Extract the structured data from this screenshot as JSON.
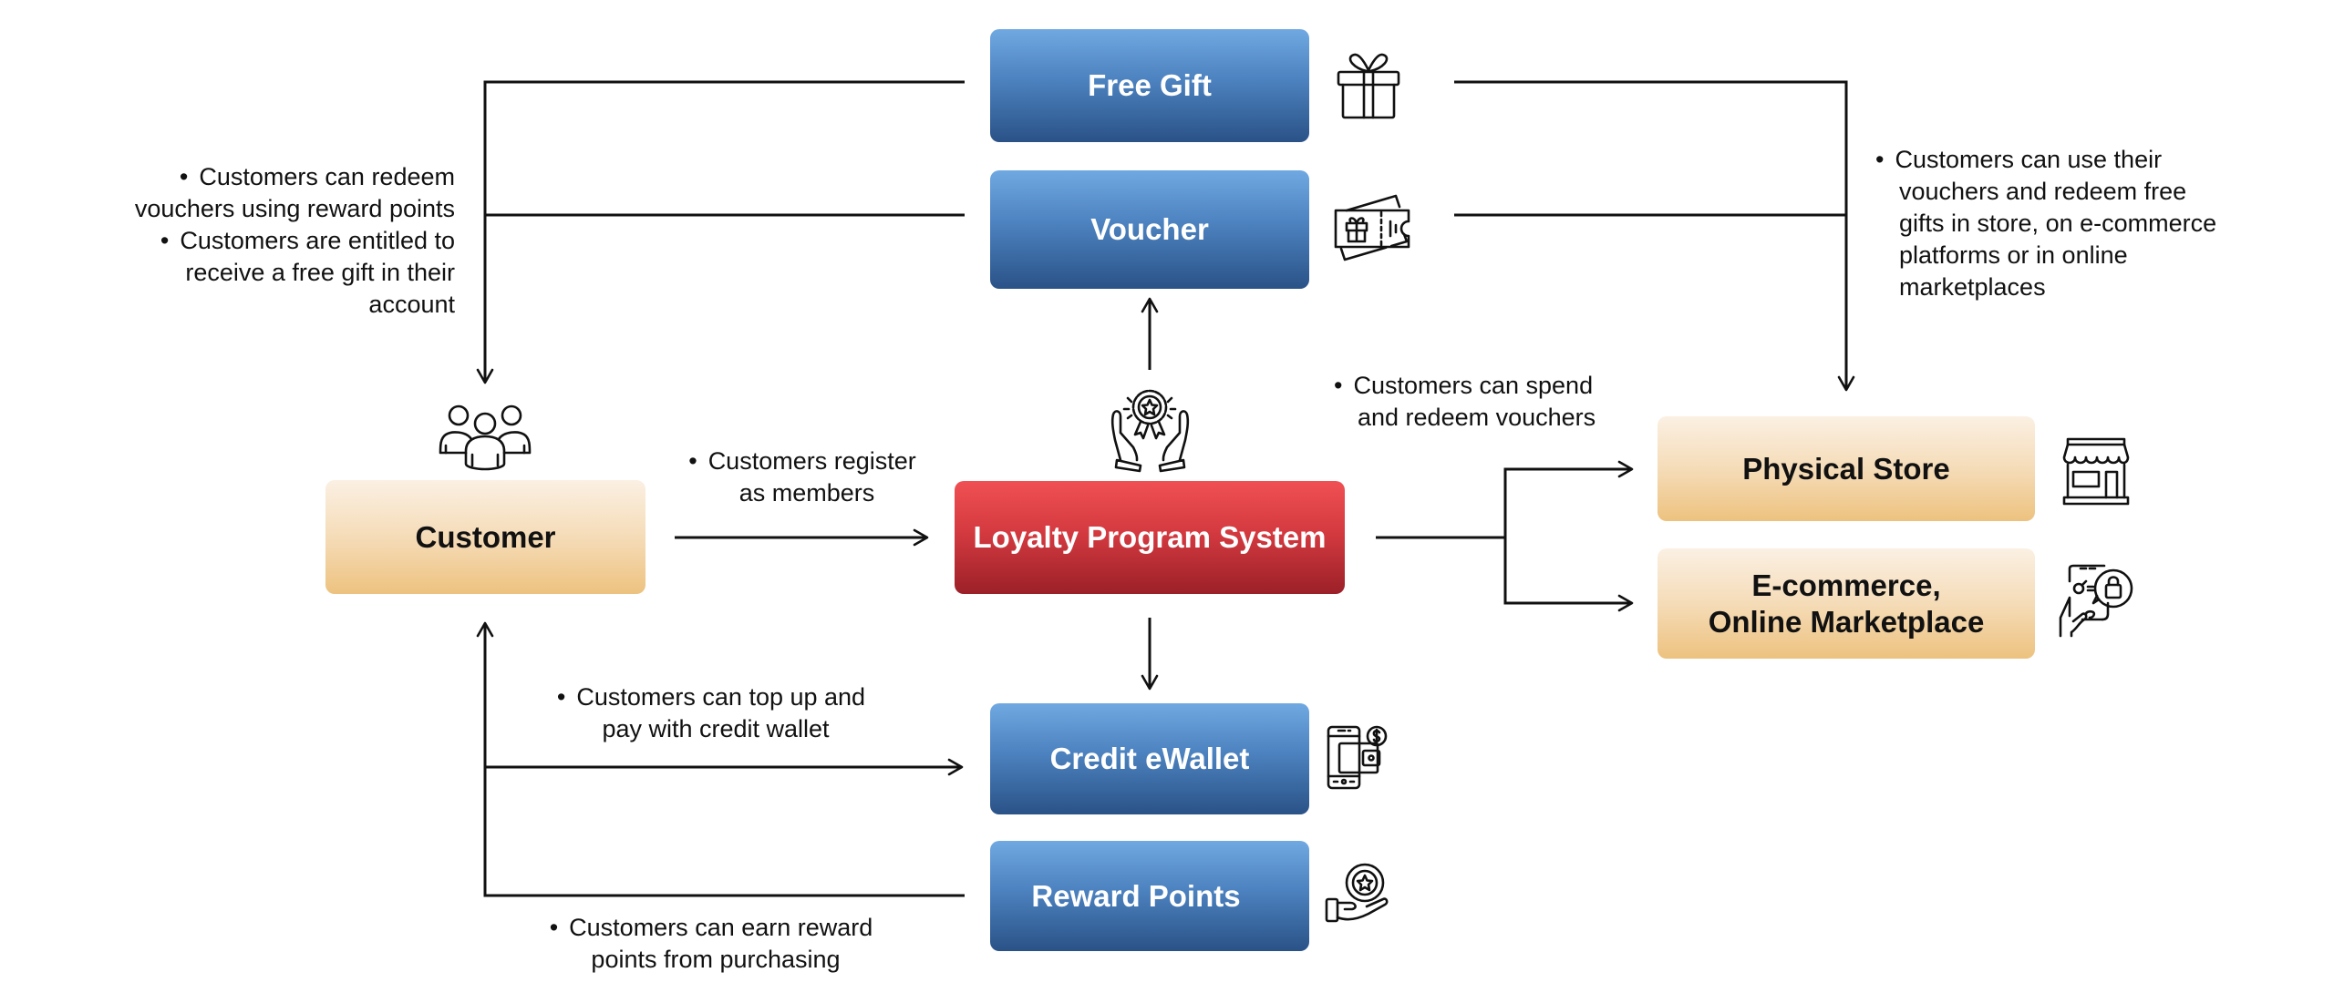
{
  "nodes": {
    "free_gift": "Free Gift",
    "voucher": "Voucher",
    "customer": "Customer",
    "loyalty_program": "Loyalty Program System",
    "credit_ewallet": "Credit eWallet",
    "reward_points": "Reward Points",
    "physical_store": "Physical Store",
    "ecommerce_line1": "E-commerce,",
    "ecommerce_line2": "Online Marketplace"
  },
  "notes": {
    "redeem": {
      "bullet1_line1": "Customers can redeem",
      "bullet1_line2": "vouchers using reward points",
      "bullet2_line1": "Customers are entitled to",
      "bullet2_line2": "receive a free gift in their",
      "bullet2_line3": "account"
    },
    "register": {
      "line1": "Customers register",
      "line2": "as members"
    },
    "spend": {
      "line1": "Customers can spend",
      "line2": "and redeem vouchers"
    },
    "use_vouchers": {
      "line1": "Customers can use their",
      "line2": "vouchers and redeem free",
      "line3": "gifts in store, on e-commerce",
      "line4": "platforms or in online",
      "line5": "marketplaces"
    },
    "top_up": {
      "line1": "Customers can top up and",
      "line2": "pay with credit wallet"
    },
    "earn": {
      "line1": "Customers can earn reward",
      "line2": "points from purchasing"
    }
  },
  "icons": {
    "free_gift": "gift-box-icon",
    "voucher": "gift-voucher-ticket-icon",
    "customer": "group-people-icon",
    "loyalty_program": "hands-award-badge-icon",
    "credit_ewallet": "phone-wallet-dollar-icon",
    "reward_points": "hand-star-coin-icon",
    "physical_store": "storefront-icon",
    "ecommerce": "phone-shopping-bag-icon"
  },
  "colors": {
    "blue_top": "#70a9e2",
    "blue_bottom": "#2a5287",
    "red_top": "#f05053",
    "red_bottom": "#9c2028",
    "peach_top": "#fbf0e3",
    "peach_bottom": "#edc27f",
    "line": "#111111"
  }
}
